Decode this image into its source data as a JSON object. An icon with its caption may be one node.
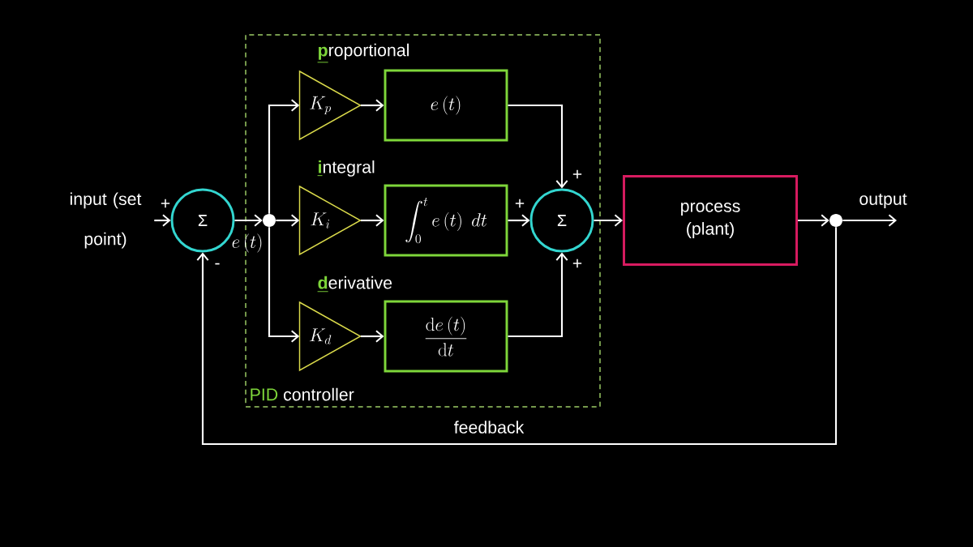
{
  "diagram": {
    "nodes": [
      {
        "text": [
          "input (set point)"
        ]
      },
      {
        "text": [
          "**PID** controller"
        ]
      },
      {
        "text": [
          "Σ"
        ]
      },
      {
        "text": [],
        "shape": "circle",
        "in": 1
      },
      {
        "text": [
          "K_p"
        ],
        "in": 1
      },
      {
        "text": [
          "e\\left(t\\right)"
        ],
        "in": 1
      },
      {
        "text": [
          "K_i"
        ],
        "in": 1
      },
      {
        "text": [
          "\\int_0^t e\\left(t\\right)\\ dt"
        ],
        "in": 1
      },
      {
        "text": [
          "K_d"
        ],
        "in": 1
      },
      {
        "text": [
          "\\frac{\\mathrm{d}e\\left(t\\right)}{\\mathrm{d}t}"
        ],
        "in": 1
      },
      {
        "text": [
          "Σ"
        ],
        "in": 1
      },
      {
        "text": [
          "process (plant)"
        ]
      },
      {
        "text": [],
        "shape": "circle"
      }
    ],
    "edges": [
      {
        "from": 0,
        "to": 2,
        "arrow": "to",
        "label": "+"
      },
      {
        "from": 2,
        "to": 3,
        "arrow": "to",
        "label": "e\\left(t\\right)"
      },
      {
        "from": 3,
        "to": 4,
        "arrow": "to"
      },
      {
        "from": 3,
        "to": 6,
        "arrow": "to"
      },
      {
        "from": 3,
        "to": 8,
        "arrow": "to"
      },
      {
        "from": 4,
        "to": 5,
        "arrow": "to"
      },
      {
        "from": 6,
        "to": 7,
        "arrow": "to"
      },
      {
        "from": 8,
        "to": 9,
        "arrow": "to"
      },
      {
        "from": 5,
        "to": 10,
        "arrow": "to",
        "label": "+"
      },
      {
        "from": 7,
        "to": 10,
        "arrow": "to",
        "label": "+"
      },
      {
        "from": 9,
        "to": 10,
        "arrow": "to",
        "label": "+"
      },
      {
        "from": 10,
        "to": 11,
        "arrow": "to"
      },
      {
        "from": 11,
        "to": 12,
        "arrow": "to"
      },
      {
        "from": 12,
        "to": null,
        "arrow": "to",
        "label": "output"
      },
      {
        "from": 12,
        "to": 2,
        "arrow": "to",
        "label": "-"
      }
    ],
    "labels": [
      "**p**roportional",
      "**i**ntegral",
      "**d**erivative",
      "feedback"
    ]
  }
}
